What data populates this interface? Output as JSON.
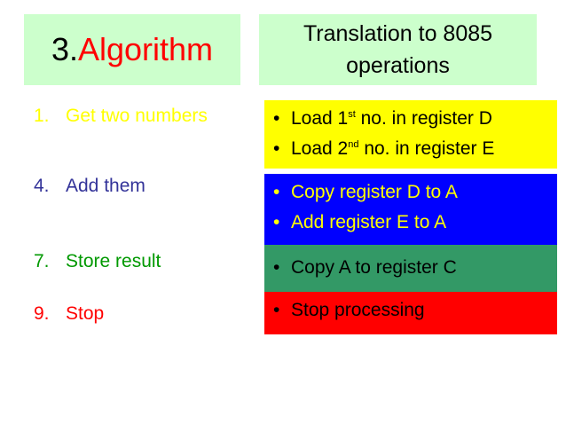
{
  "title": {
    "prefix": "3. ",
    "accent": "Algorithm",
    "accent_color": "#ff0000"
  },
  "header": {
    "line1": "Translation to 8085",
    "line2": "operations"
  },
  "steps": [
    {
      "num": "1.",
      "text": "Get two numbers",
      "color": "#ffff00"
    },
    {
      "num": "4.",
      "text": "Add them",
      "color": "#333399"
    },
    {
      "num": "7.",
      "text": "Store result",
      "color": "#009900"
    },
    {
      "num": "9.",
      "text": "Stop",
      "color": "#ff0000"
    }
  ],
  "blocks": [
    {
      "bg": "#ffff00",
      "text_color": "#000000",
      "lines": [
        {
          "pre": "Load 1",
          "sup": "st",
          "post": " no. in register D"
        },
        {
          "pre": "Load 2",
          "sup": "nd",
          "post": " no. in register E"
        }
      ]
    },
    {
      "bg": "#0000ff",
      "text_color": "#ffff00",
      "lines": [
        {
          "pre": "Copy register D to A",
          "sup": "",
          "post": ""
        },
        {
          "pre": "Add register E to A",
          "sup": "",
          "post": ""
        }
      ]
    },
    {
      "bg": "#339966",
      "text_color": "#000000",
      "lines": [
        {
          "pre": "Copy A to register C",
          "sup": "",
          "post": ""
        }
      ]
    },
    {
      "bg": "#ff0000",
      "text_color": "#000000",
      "lines": [
        {
          "pre": "Stop processing",
          "sup": "",
          "post": ""
        }
      ]
    }
  ],
  "bullet_char": "•"
}
